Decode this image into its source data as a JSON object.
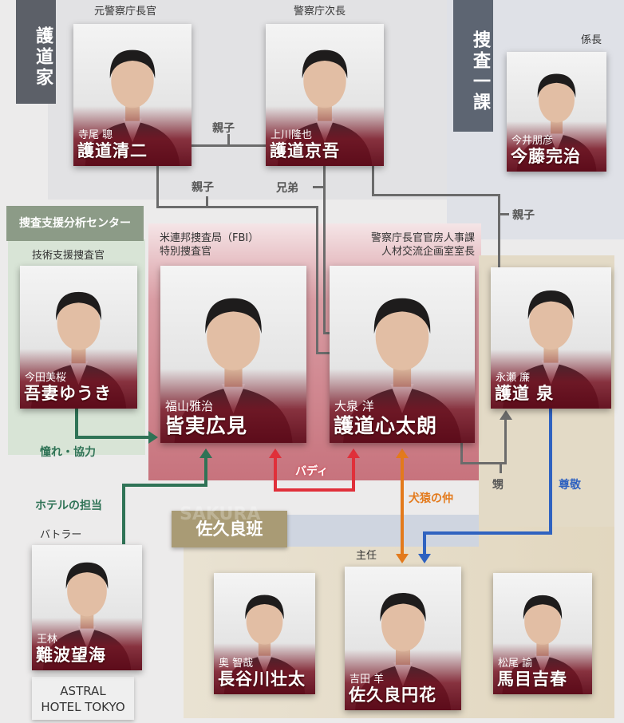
{
  "groups": {
    "godo_family": "護道家",
    "sousa_ikka": "捜査一課",
    "ssbc": "捜査支援分析センター",
    "sakura_team": "佐久良班",
    "sakura_watermark": "SAKURA",
    "hotel": "ASTRAL HOTEL TOKYO"
  },
  "characters": [
    {
      "id": "seiji",
      "role": "元警察庁長官",
      "actor": "寺尾 聰",
      "name": "護道清二"
    },
    {
      "id": "kyogo",
      "role": "警察庁次長",
      "actor": "上川隆也",
      "name": "護道京吾"
    },
    {
      "id": "imafuji",
      "role": "係長",
      "actor": "今井朋彦",
      "name": "今藤完治"
    },
    {
      "id": "wagatsuma",
      "role": "技術支援捜査官",
      "actor": "今田美桜",
      "name": "吾妻ゆうき"
    },
    {
      "id": "minazane",
      "role": "米連邦捜査局（FBI）\n特別捜査官",
      "actor": "福山雅治",
      "name": "皆実広見"
    },
    {
      "id": "shintaro",
      "role": "警察庁長官官房人事課\n人材交流企画室室長",
      "actor": "大泉 洋",
      "name": "護道心太朗"
    },
    {
      "id": "izumi",
      "role": "",
      "actor": "永瀬 廉",
      "name": "護道 泉"
    },
    {
      "id": "namba",
      "role": "バトラー",
      "actor": "王林",
      "name": "難波望海"
    },
    {
      "id": "hasegawa",
      "role": "",
      "actor": "奥 智哉",
      "name": "長谷川壮太"
    },
    {
      "id": "sakura",
      "role": "主任",
      "actor": "吉田 羊",
      "name": "佐久良円花"
    },
    {
      "id": "mame",
      "role": "",
      "actor": "松尾 諭",
      "name": "馬目吉春"
    }
  ],
  "relations": {
    "seiji_kyogo": "親子",
    "seiji_shintaro": "親子",
    "kyogo_shintaro": "兄弟",
    "kyogo_izumi": "親子",
    "wagatsuma_minazane": "憧れ・協力",
    "namba_minazane": "ホテルの担当",
    "buddy": "バディ",
    "shintaro_sakura": "犬猿の仲",
    "izumi_nephew": "甥",
    "izumi_sakura": "尊敬"
  },
  "colors": {
    "buddy": "#e0303a",
    "rival": "#e37a1c",
    "respect": "#2f62c0",
    "support": "#2f7356",
    "family": "#6b6b6b"
  }
}
